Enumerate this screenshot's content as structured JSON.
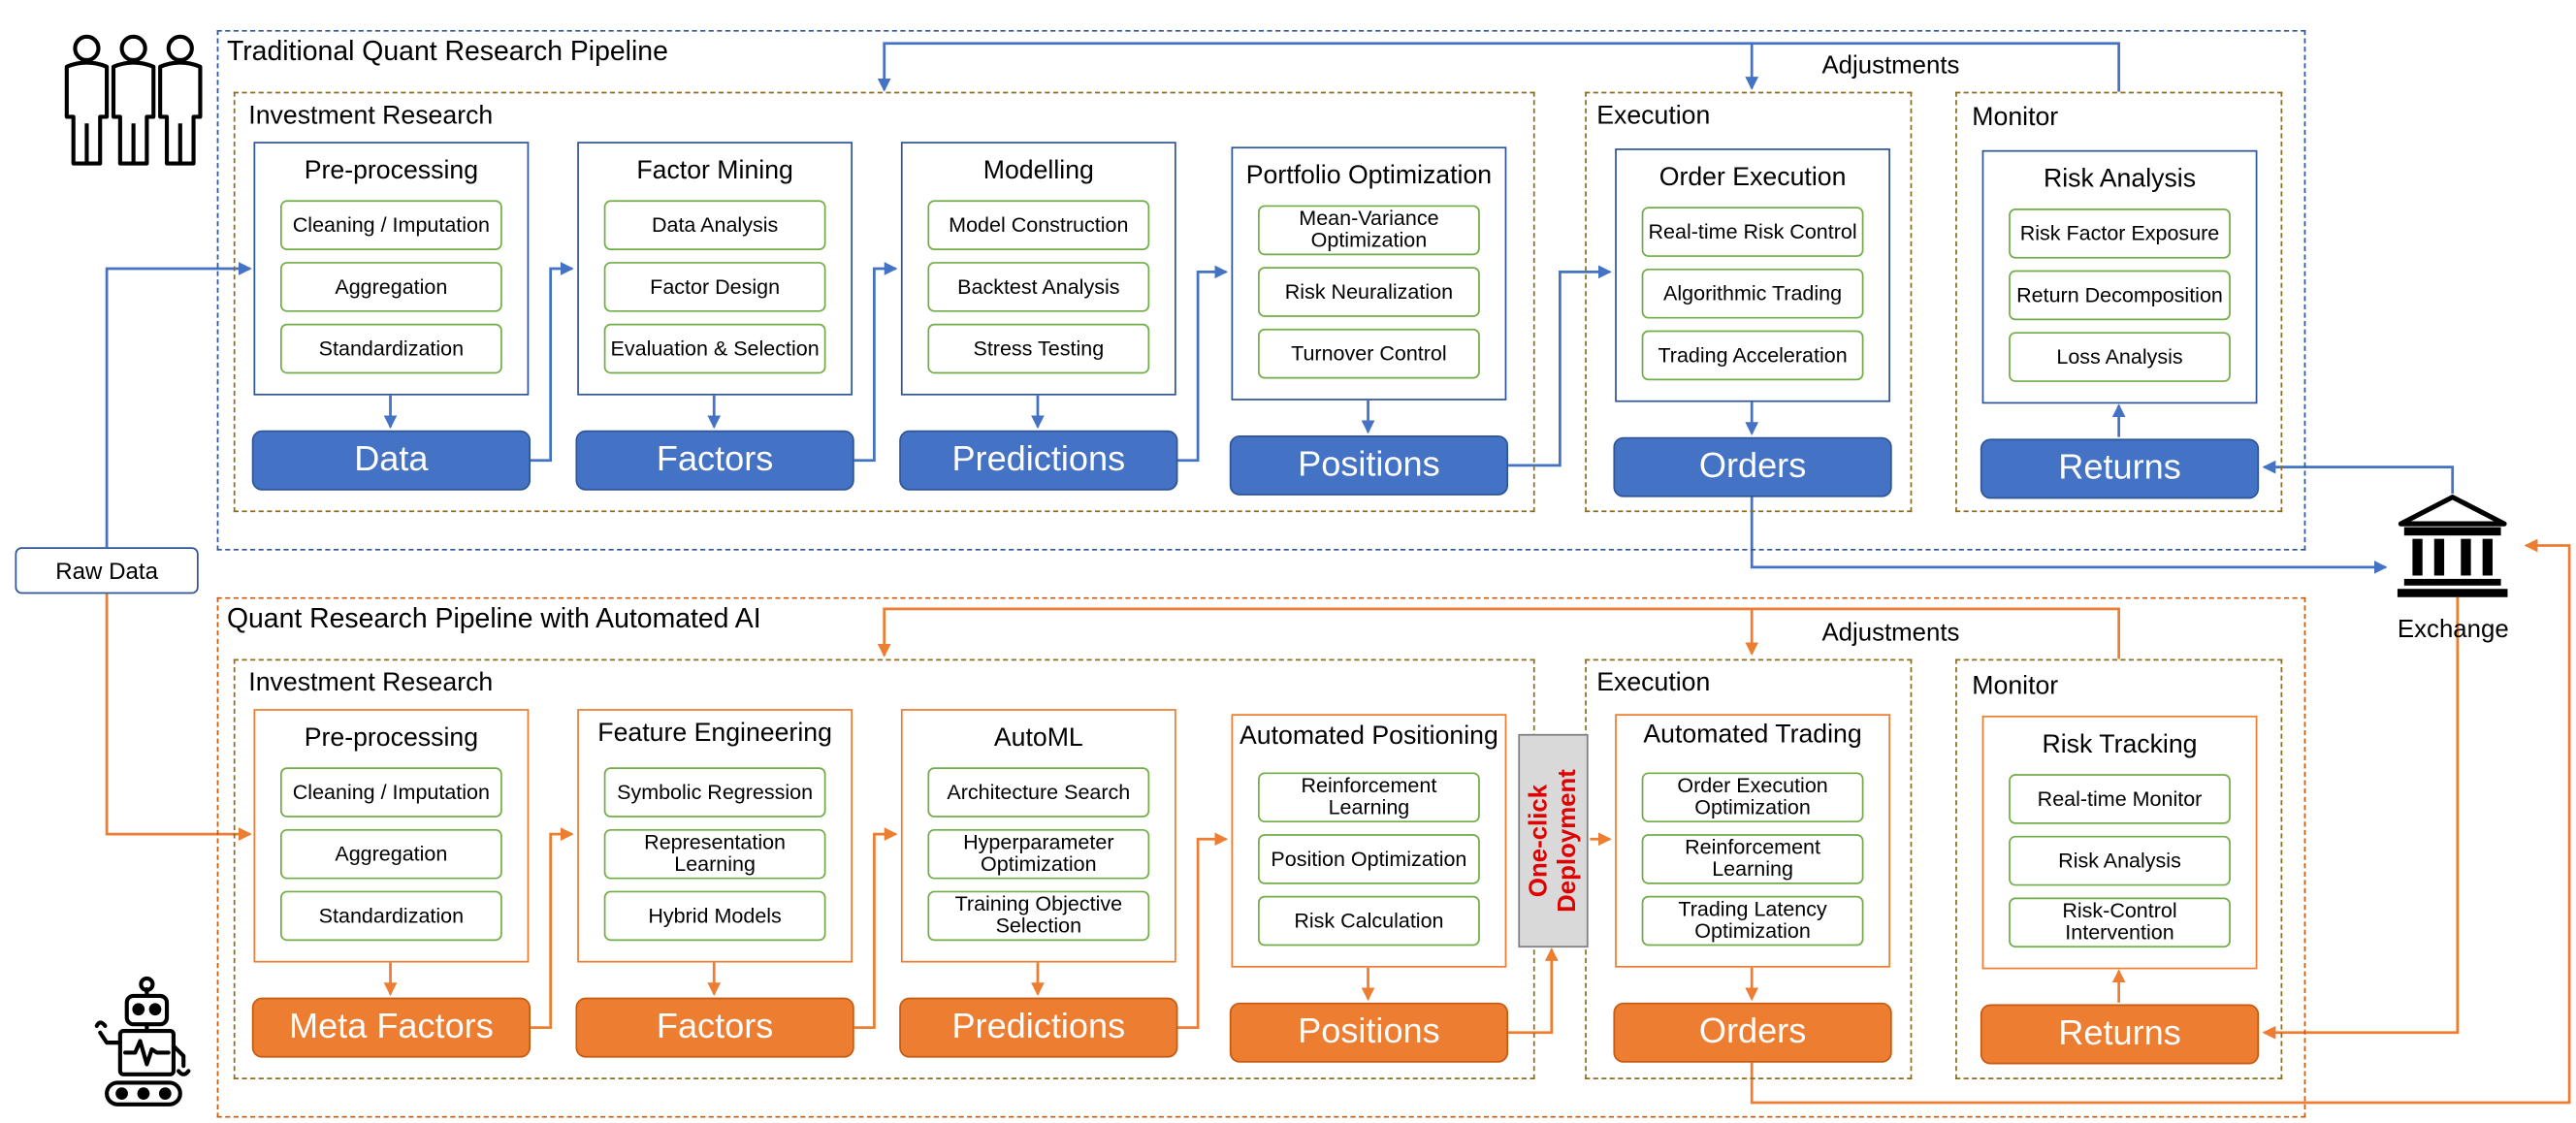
{
  "traditional": {
    "title": "Traditional Quant Research Pipeline",
    "adjustments": "Adjustments",
    "investment_research": "Investment Research",
    "execution": "Execution",
    "monitor": "Monitor",
    "panels": [
      {
        "title": "Pre-processing",
        "items": [
          "Cleaning / Imputation",
          "Aggregation",
          "Standardization"
        ],
        "output": "Data"
      },
      {
        "title": "Factor Mining",
        "items": [
          "Data Analysis",
          "Factor Design",
          "Evaluation & Selection"
        ],
        "output": "Factors"
      },
      {
        "title": "Modelling",
        "items": [
          "Model Construction",
          "Backtest Analysis",
          "Stress Testing"
        ],
        "output": "Predictions"
      },
      {
        "title": "Portfolio Optimization",
        "items": [
          "Mean-Variance Optimization",
          "Risk Neuralization",
          "Turnover Control"
        ],
        "output": "Positions"
      },
      {
        "title": "Order Execution",
        "items": [
          "Real-time Risk Control",
          "Algorithmic Trading",
          "Trading Acceleration"
        ],
        "output": "Orders"
      },
      {
        "title": "Risk Analysis",
        "items": [
          "Risk Factor Exposure",
          "Return Decomposition",
          "Loss Analysis"
        ],
        "output": "Returns"
      }
    ]
  },
  "automated": {
    "title": "Quant Research Pipeline with Automated AI",
    "adjustments": "Adjustments",
    "investment_research": "Investment Research",
    "execution": "Execution",
    "monitor": "Monitor",
    "panels": [
      {
        "title": "Pre-processing",
        "items": [
          "Cleaning / Imputation",
          "Aggregation",
          "Standardization"
        ],
        "output": "Meta Factors"
      },
      {
        "title": "Feature Engineering",
        "items": [
          "Symbolic Regression",
          "Representation Learning",
          "Hybrid Models"
        ],
        "output": "Factors"
      },
      {
        "title": "AutoML",
        "items": [
          "Architecture Search",
          "Hyperparameter Optimization",
          "Training Objective Selection"
        ],
        "output": "Predictions"
      },
      {
        "title": "Automated Positioning",
        "items": [
          "Reinforcement Learning",
          "Position Optimization",
          "Risk Calculation"
        ],
        "output": "Positions"
      },
      {
        "title": "Automated Trading",
        "items": [
          "Order Execution Optimization",
          "Reinforcement Learning",
          "Trading Latency Optimization"
        ],
        "output": "Orders"
      },
      {
        "title": "Risk Tracking",
        "items": [
          "Real-time Monitor",
          "Risk Analysis",
          "Risk-Control Intervention"
        ],
        "output": "Returns"
      }
    ],
    "deployment": [
      "One-click",
      "Deployment"
    ]
  },
  "raw_data": "Raw Data",
  "exchange": "Exchange",
  "colors": {
    "blue": "#4472C4",
    "orange": "#ED7D31",
    "green": "#70AD47",
    "red": "#E00000"
  },
  "icons": [
    "people-icon",
    "robot-icon",
    "exchange-building-icon"
  ]
}
